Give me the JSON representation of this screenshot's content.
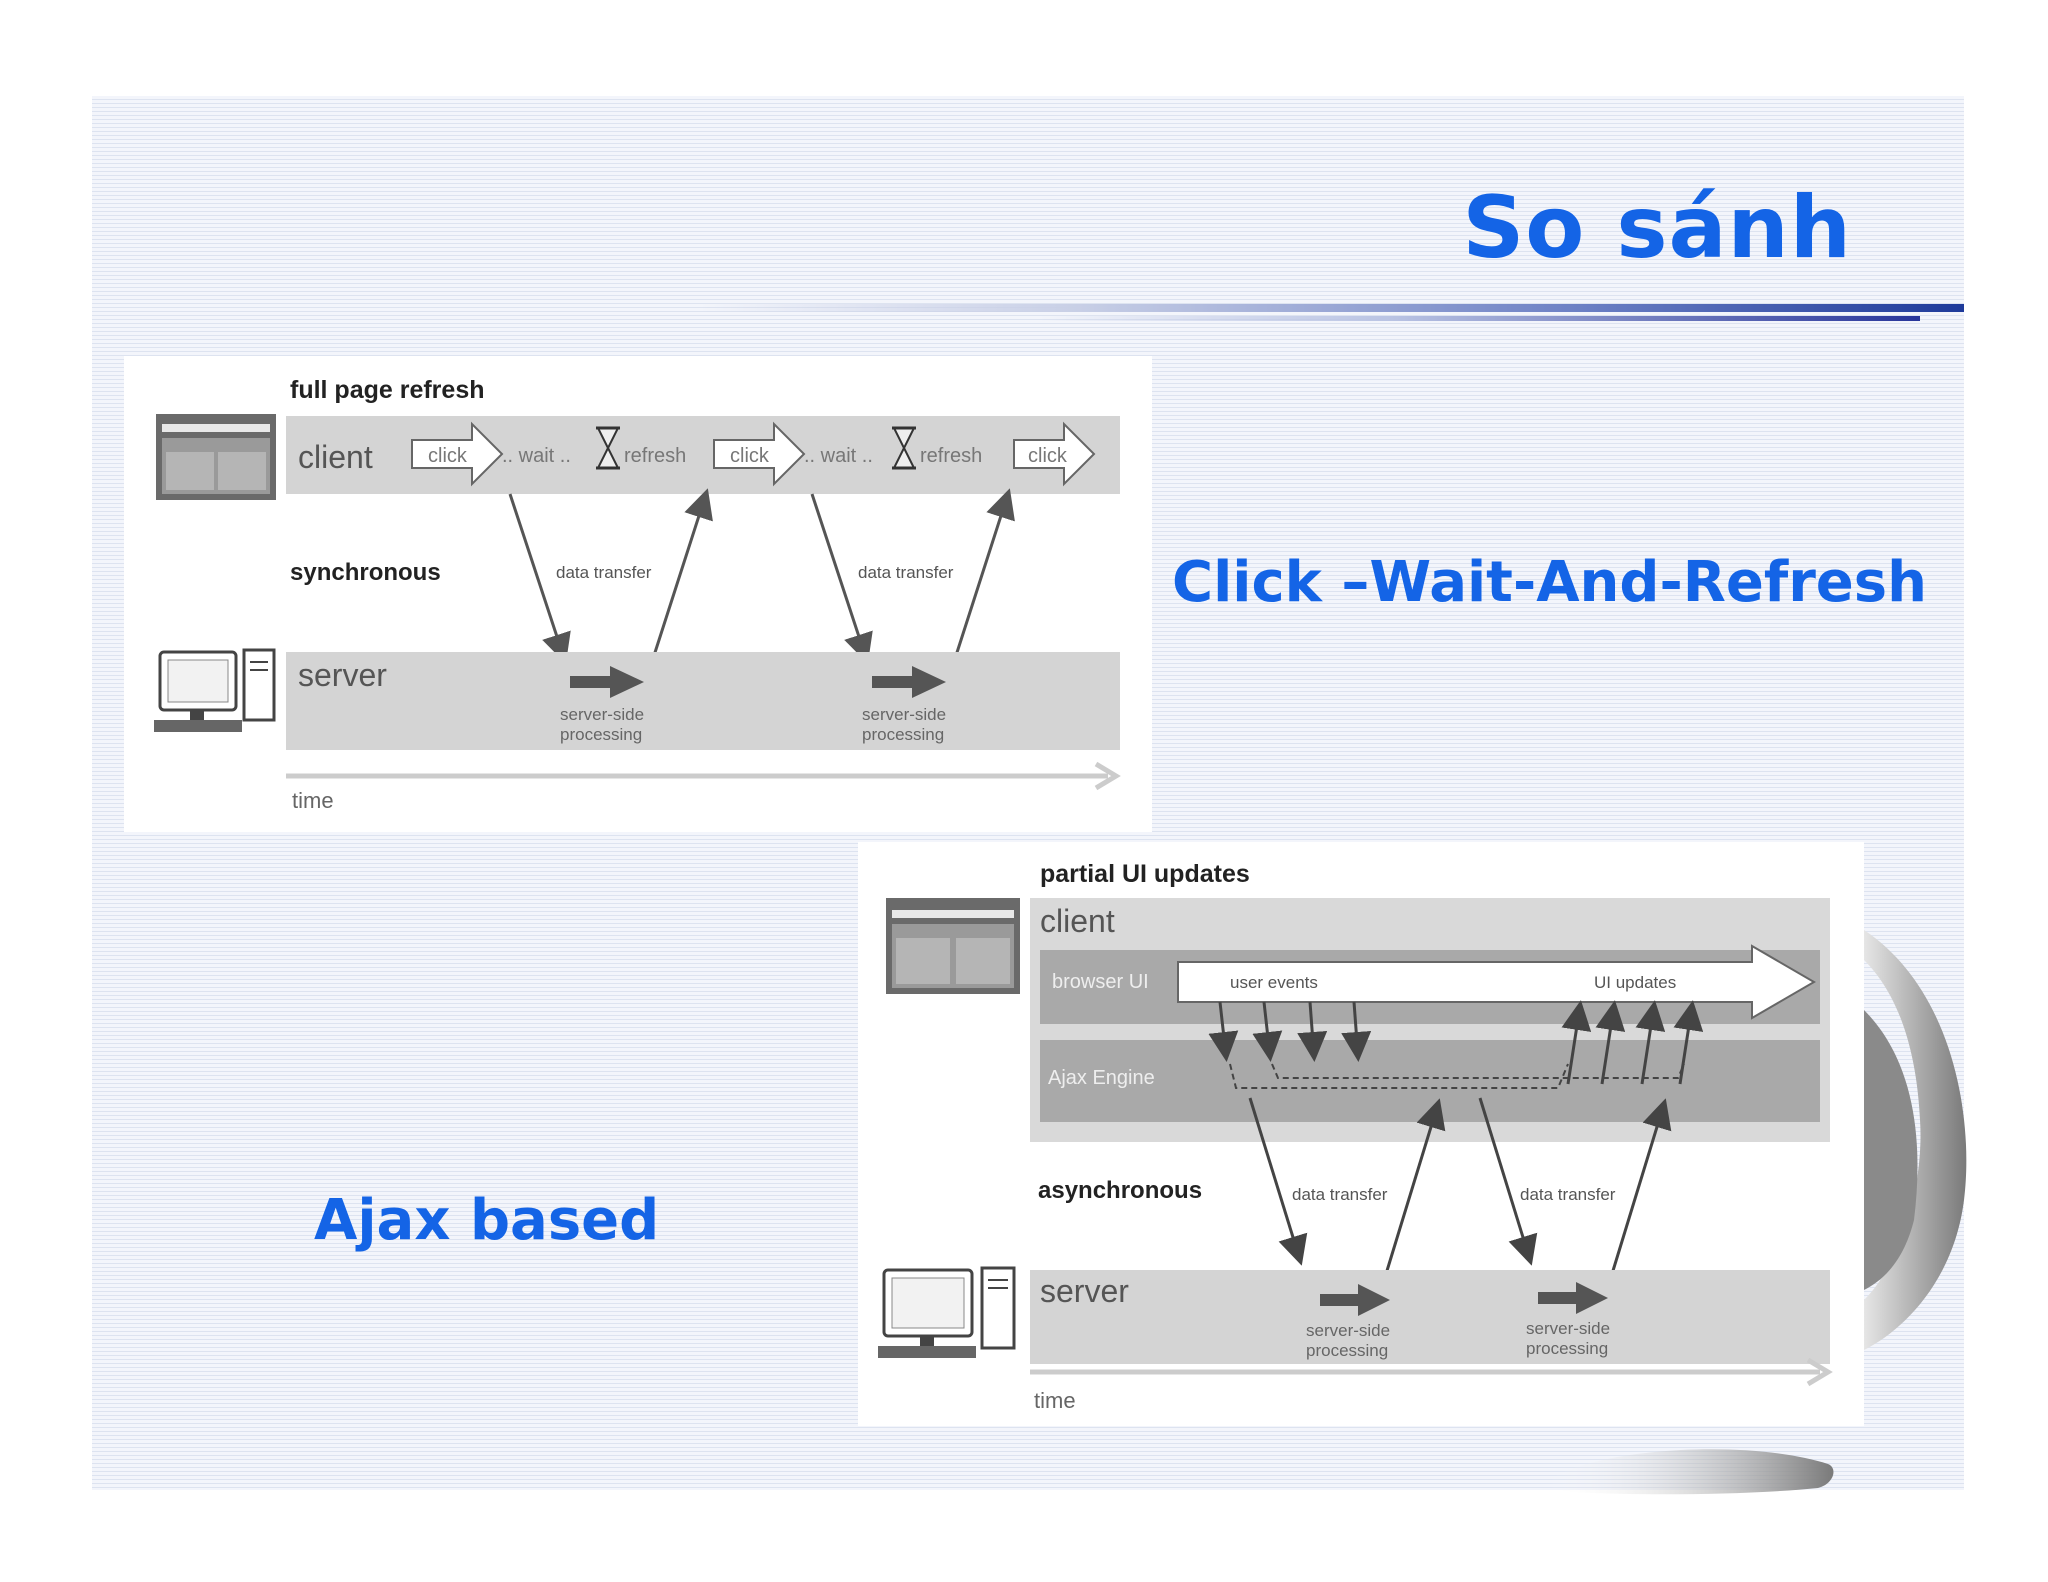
{
  "slide": {
    "title": "So sánh",
    "caption_top": "Click –Wait-And-Refresh",
    "caption_bottom": "Ajax based"
  },
  "diagram_sync": {
    "heading": "full page refresh",
    "client_label": "client",
    "server_label": "server",
    "mode_label": "synchronous",
    "time_label": "time",
    "click_label": "click",
    "wait_label": ".. wait ..",
    "refresh_label": "refresh",
    "data_transfer_label": "data transfer",
    "processing_line1": "server-side",
    "processing_line2": "processing"
  },
  "diagram_async": {
    "heading": "partial UI updates",
    "client_label": "client",
    "browser_ui_label": "browser UI",
    "user_events_label": "user events",
    "ui_updates_label": "UI updates",
    "ajax_engine_label": "Ajax Engine",
    "mode_label": "asynchronous",
    "server_label": "server",
    "time_label": "time",
    "data_transfer_label": "data transfer",
    "processing_line1": "server-side",
    "processing_line2": "processing"
  },
  "colors": {
    "title_blue": "#1464e6",
    "band_gray": "#d4d4d4",
    "dark_gray": "#5a5a5a"
  }
}
